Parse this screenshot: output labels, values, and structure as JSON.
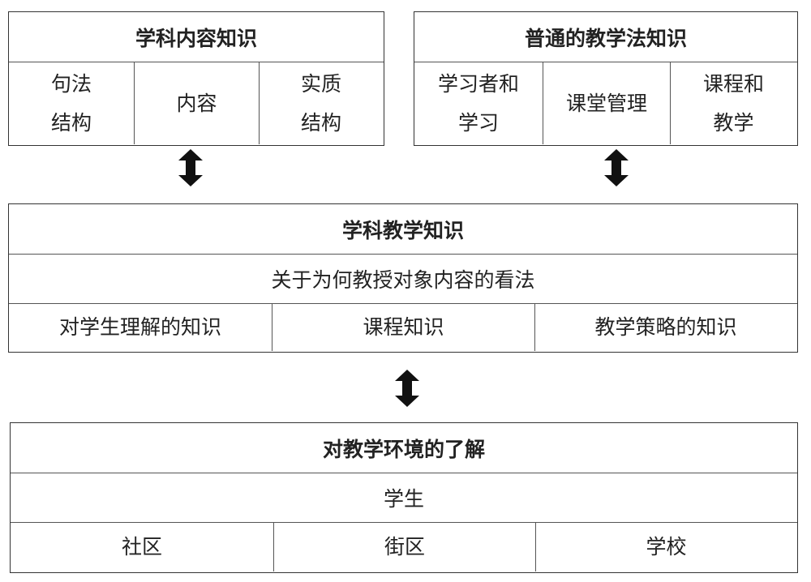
{
  "content_knowledge": {
    "title": "学科内容知识",
    "cells": [
      "句法\n结构",
      "内容",
      "实质\n结构"
    ]
  },
  "pedagogy_knowledge": {
    "title": "普通的教学法知识",
    "cells": [
      "学习者和\n学习",
      "课堂管理",
      "课程和\n教学"
    ]
  },
  "pck": {
    "title": "学科教学知识",
    "subtitle": "关于为何教授对象内容的看法",
    "cells": [
      "对学生理解的知识",
      "课程知识",
      "教学策略的知识"
    ]
  },
  "context_knowledge": {
    "title": "对教学环境的了解",
    "subtitle": "学生",
    "cells": [
      "社区",
      "街区",
      "学校"
    ]
  },
  "colors": {
    "border": "#333333",
    "arrow": "#111111"
  },
  "icons": [
    "double-arrow-vertical-icon"
  ]
}
